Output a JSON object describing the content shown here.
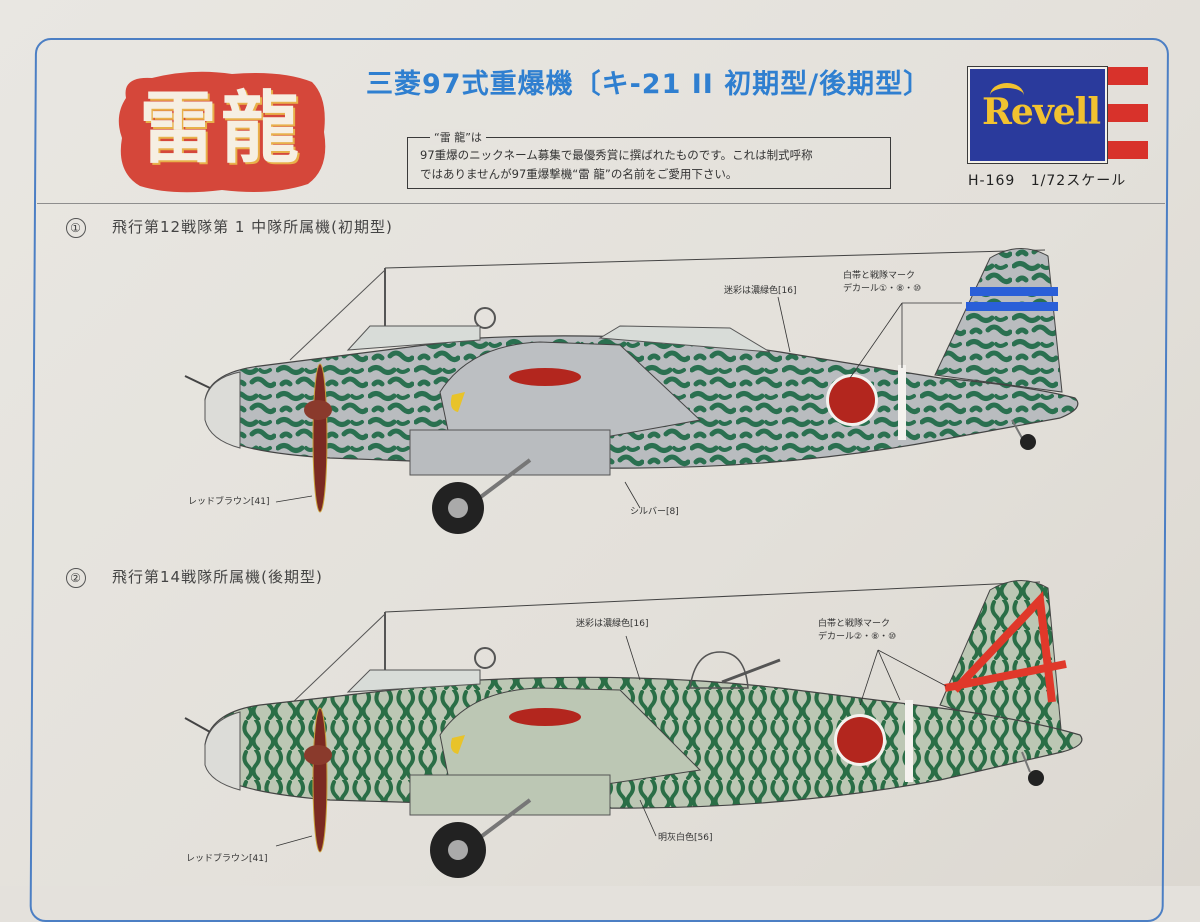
{
  "header": {
    "seal_text": "雷龍",
    "title": "三菱97式重爆機〔キ-21 II 初期型/後期型〕",
    "note": {
      "label": "“雷 龍”は",
      "lines": [
        "97重爆のニックネーム募集で最優秀賞に撰ばれたものです。これは制式呼称",
        "ではありませんが97重爆撃機“雷 龍”の名前をご愛用下さい。"
      ]
    },
    "brand": {
      "name": "Revell",
      "kit_code": "H-169",
      "scale": "1/72スケール",
      "colors": {
        "logo_bg": "#2a3a9c",
        "logo_text": "#f2c230",
        "stripes": "#d8322b"
      }
    }
  },
  "profiles": [
    {
      "number": "①",
      "heading": "飛行第12戦隊第 1 中隊所属機(初期型)",
      "callouts": {
        "camouflage": "迷彩は濃緑色[16]",
        "markings_line1": "白帯と戦隊マーク",
        "markings_line2": "デカール①・⑧・⑩",
        "propeller": "レッドブラウン[41]",
        "base_color": "シルバー[8]"
      },
      "colors": {
        "base": "#b9bcbf",
        "camo": "#2a7050",
        "tail_band": "#2a5fd8",
        "hinomaru": "#b3261e"
      }
    },
    {
      "number": "②",
      "heading": "飛行第14戦隊所属機(後期型)",
      "callouts": {
        "camouflage": "迷彩は濃緑色[16]",
        "markings_line1": "白帯と戦隊マーク",
        "markings_line2": "デカール②・⑧・⑩",
        "propeller": "レッドブラウン[41]",
        "base_color": "明灰白色[56]"
      },
      "colors": {
        "base": "#bcc7b4",
        "camo": "#2a6e46",
        "tail_mark": "#e0382a",
        "hinomaru": "#b3261e"
      }
    }
  ]
}
